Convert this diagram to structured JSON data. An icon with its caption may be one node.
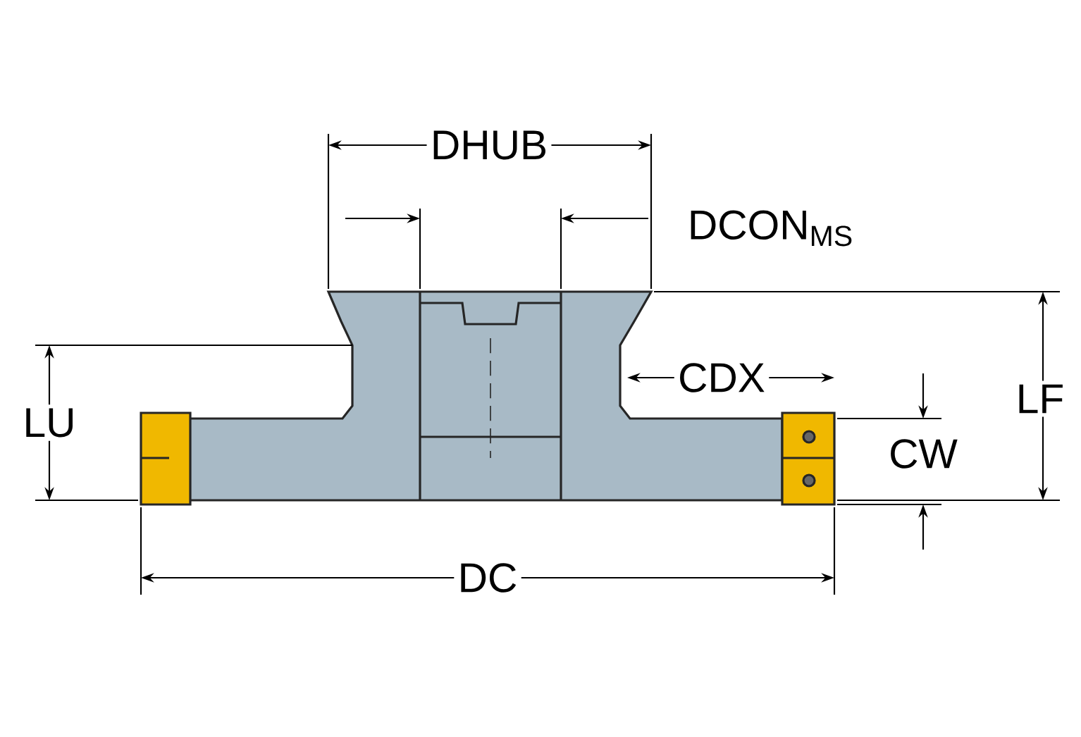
{
  "diagram": {
    "labels": [
      "DHUB",
      "DCON$_{MS}$",
      "CDX",
      "LU",
      "LF",
      "CW",
      "DC"
    ]
  }
}
